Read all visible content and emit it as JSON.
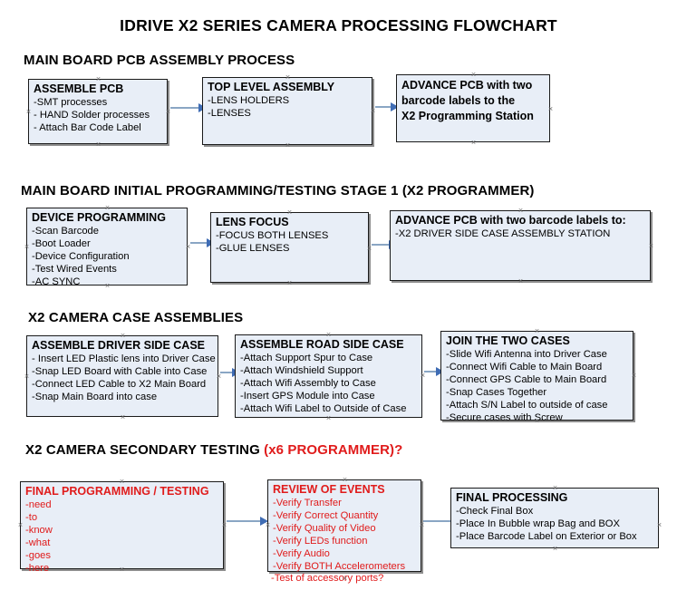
{
  "title": "IDRIVE X2  SERIES CAMERA PROCESSING FLOWCHART",
  "sections": [
    {
      "heading": "MAIN BOARD PCB ASSEMBLY PROCESS",
      "heading_accent": "",
      "boxes": [
        {
          "title": "ASSEMBLE PCB",
          "lines": [
            "-SMT processes",
            "- HAND Solder processes",
            "- Attach Bar Code Label"
          ]
        },
        {
          "title": "TOP LEVEL ASSEMBLY",
          "lines": [
            "-LENS HOLDERS",
            "-LENSES"
          ]
        },
        {
          "title": "ADVANCE PCB with two",
          "title2": "barcode labels to the",
          "title3": " X2 Programming Station",
          "lines": []
        }
      ]
    },
    {
      "heading": "MAIN BOARD INITIAL PROGRAMMING/TESTING STAGE 1 (X2 PROGRAMMER)",
      "heading_accent": "",
      "boxes": [
        {
          "title": "DEVICE PROGRAMMING",
          "lines": [
            "-Scan Barcode",
            "-Boot Loader",
            "-Device Configuration",
            "-Test Wired Events",
            "-AC SYNC"
          ]
        },
        {
          "title": "LENS FOCUS",
          "lines": [
            "-FOCUS BOTH LENSES",
            "-GLUE LENSES"
          ]
        },
        {
          "title": "ADVANCE PCB with two barcode labels to:",
          "lines": [
            "-X2 DRIVER  SIDE  CASE  ASSEMBLY STATION"
          ]
        }
      ]
    },
    {
      "heading": "X2 CAMERA CASE ASSEMBLIES",
      "heading_accent": "",
      "boxes": [
        {
          "title": "ASSEMBLE DRIVER SIDE CASE",
          "lines": [
            "- Insert LED Plastic lens into Driver Case",
            "-Snap LED Board with Cable into Case",
            "-Connect LED Cable to X2 Main Board",
            "-Snap Main Board into case"
          ]
        },
        {
          "title": "ASSEMBLE ROAD SIDE CASE",
          "lines": [
            "-Attach Support Spur to Case",
            "-Attach Windshield Support",
            "-Attach Wifi Assembly to Case",
            "-Insert GPS Module into Case",
            "-Attach Wifi Label to Outside of Case"
          ]
        },
        {
          "title": "JOIN THE TWO CASES",
          "lines": [
            "-Slide Wifi Antenna into Driver Case",
            "-Connect Wifi Cable to Main Board",
            "-Connect GPS Cable to Main Board",
            "-Snap Cases Together",
            "-Attach S/N Label to outside of case",
            "-Secure cases with Screw"
          ]
        }
      ]
    },
    {
      "heading": "X2 CAMERA SECONDARY TESTING ",
      "heading_accent": "(x6 PROGRAMMER)?",
      "boxes": [
        {
          "title": "FINAL PROGRAMMING / TESTING",
          "lines": [
            "-need",
            "-to",
            "-know",
            "-what",
            "-goes",
            "-here"
          ]
        },
        {
          "title": "REVIEW OF EVENTS",
          "lines": [
            "-Verify Transfer",
            "-Verify Correct Quantity",
            "-Verify Quality of Video",
            "-Verify LEDs function",
            "-Verify Audio",
            "-Verify BOTH Accelerometers"
          ],
          "overflow_line": "-Test of accessory ports?"
        },
        {
          "title": "FINAL PROCESSING",
          "lines": [
            " -Check Final Box",
            "-Place In Bubble wrap Bag and BOX",
            "-Place Barcode Label on Exterior or Box"
          ]
        }
      ]
    }
  ],
  "colors": {
    "box_fill": "#e8eef7",
    "box_border": "#1a1a1a",
    "box_shadow": "#8e8e8e",
    "arrow_shaft": "#8aa6c4",
    "arrow_head": "#3f6cb4",
    "accent_red": "#e01b1b",
    "text": "#000000"
  },
  "handle_glyph": "×"
}
